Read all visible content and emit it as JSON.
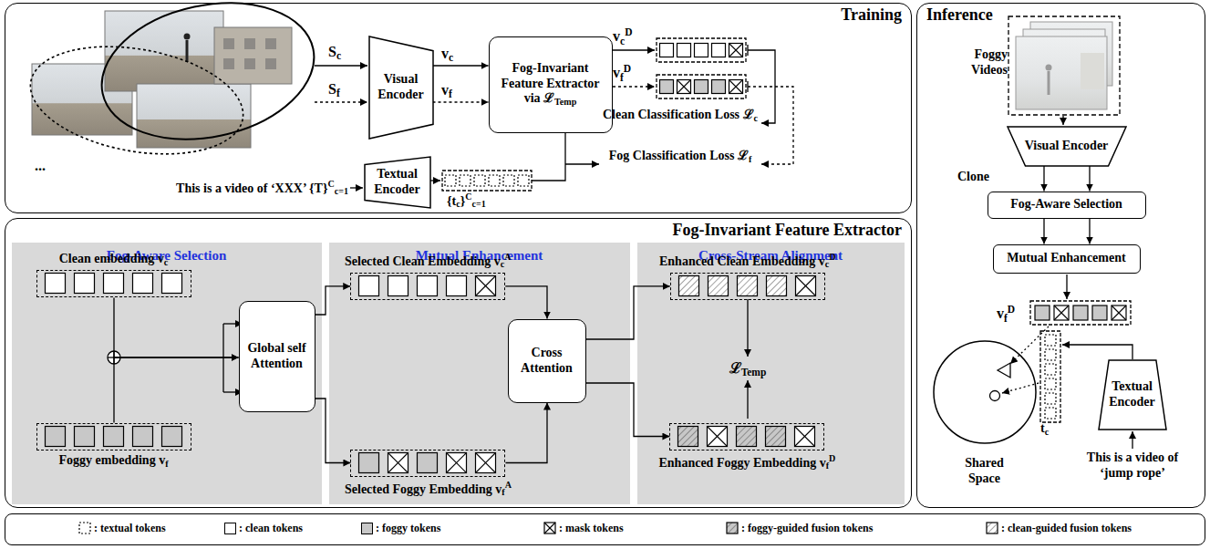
{
  "diagram": {
    "nodes": [
      {
        "text": [
          "Training"
        ]
      },
      {
        "text": [
          "Visual Encoder"
        ],
        "in": 0
      },
      {
        "text": [
          "Fog-Invariant Feature Extractor via ℒTemp"
        ],
        "in": 0
      },
      {
        "text": [
          "Textual Encoder"
        ],
        "in": 0
      },
      {
        "text": [
          "Fog-Invariant Feature Extractor"
        ]
      },
      {
        "text": [
          "Fog-Aware Selection"
        ],
        "in": 4
      },
      {
        "text": [
          "Clean embedding vc"
        ],
        "in": 5
      },
      {
        "text": [
          "Global self Attention"
        ],
        "in": 5
      },
      {
        "text": [
          "Foggy embedding vf"
        ],
        "in": 5
      },
      {
        "text": [
          "Mutual Enhancement"
        ],
        "in": 4
      },
      {
        "text": [
          "Selected Clean Embedding vcA"
        ],
        "in": 9
      },
      {
        "text": [
          "Cross Attention"
        ],
        "in": 9
      },
      {
        "text": [
          "Selected Foggy Embedding vfA"
        ],
        "in": 9
      },
      {
        "text": [
          "Cross-Stream Alignment"
        ],
        "in": 4
      },
      {
        "text": [
          "Enhanced Clean Embedding vcD"
        ],
        "in": 13
      },
      {
        "text": [
          "Enhanced Foggy Embedding vfD"
        ],
        "in": 13
      },
      {
        "text": [
          "Inference"
        ]
      },
      {
        "text": [
          "Visual Encoder"
        ],
        "in": 16
      },
      {
        "text": [
          "Fog-Aware Selection"
        ],
        "in": 16
      },
      {
        "text": [
          "Mutual Enhancement"
        ],
        "in": 16
      },
      {
        "text": [
          "Shared Space"
        ],
        "in": 16
      },
      {
        "text": [
          "Textual Encoder"
        ],
        "in": 16
      }
    ],
    "edges": [
      {
        "from": 1,
        "to": 2,
        "arrow": "to",
        "label": "vc"
      },
      {
        "from": 1,
        "to": 2,
        "arrow": "to",
        "label": "vf"
      },
      {
        "from": 6,
        "to": 7,
        "arrow": "to"
      },
      {
        "from": 8,
        "to": 7,
        "arrow": "to"
      },
      {
        "from": 7,
        "to": 10,
        "arrow": "to"
      },
      {
        "from": 7,
        "to": 12,
        "arrow": "to"
      },
      {
        "from": 10,
        "to": 11,
        "arrow": "to"
      },
      {
        "from": 12,
        "to": 11,
        "arrow": "to"
      },
      {
        "from": 11,
        "to": 14,
        "arrow": "to"
      },
      {
        "from": 11,
        "to": 15,
        "arrow": "to"
      },
      {
        "from": 17,
        "to": 18,
        "arrow": "to",
        "label": "Clone"
      },
      {
        "from": 17,
        "to": 18,
        "arrow": "to"
      },
      {
        "from": 18,
        "to": 19,
        "arrow": "to"
      },
      {
        "from": 18,
        "to": 19,
        "arrow": "to"
      }
    ],
    "labels": [
      "Sc",
      "Sf",
      "...",
      "vcD",
      "vfD",
      "Clean Classification Loss ℒc",
      "Fog Classification Loss ℒf",
      "This is a video of ‘XXX’ {T}Cc=1",
      "{tc}Cc=1",
      "ℒTemp",
      "Foggy Videos",
      "vfD",
      "tc",
      "This is a video of ‘jump rope’"
    ],
    "legend": [
      {
        "text": ": textual tokens"
      },
      {
        "text": ": clean tokens",
        "color": "#ffffff"
      },
      {
        "text": ": foggy tokens",
        "color": "#c8c8c8"
      },
      {
        "text": ": mask tokens"
      },
      {
        "text": ": foggy-guided fusion tokens"
      },
      {
        "text": ": clean-guided fusion tokens"
      }
    ]
  }
}
